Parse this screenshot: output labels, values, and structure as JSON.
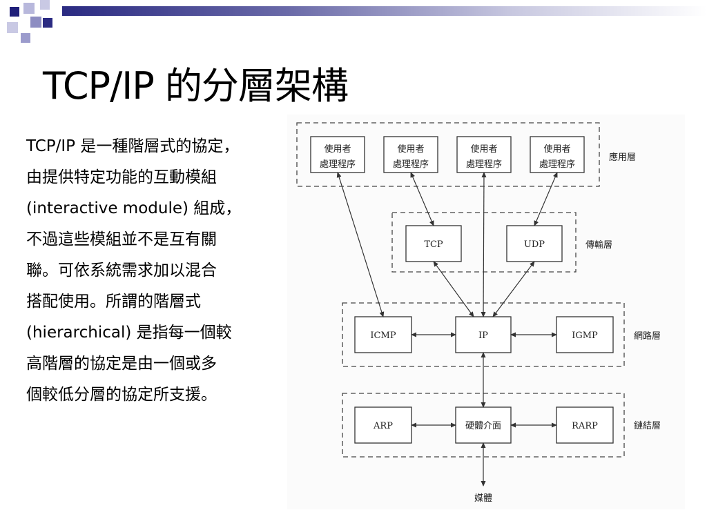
{
  "slide": {
    "title": "TCP/IP 的分層架構",
    "paragraph_lines": [
      "TCP/IP 是一種階層式的協定，",
      "由提供特定功能的互動模組",
      "(interactive module) 組成，",
      "不過這些模組並不是互有關",
      "聯。可依系統需求加以混合",
      "搭配使用。所謂的階層式",
      "(hierarchical) 是指每一個較",
      "高階層的協定是由一個或多",
      "個較低分層的協定所支援。"
    ],
    "accent_color": "#2b2b82"
  },
  "diagram": {
    "app_process_line1": "使用者",
    "app_process_line2": "處理程序",
    "layer_labels": {
      "application": "應用層",
      "transport": "傳輸層",
      "network": "網路層",
      "link": "鏈結層"
    },
    "nodes": {
      "tcp": "TCP",
      "udp": "UDP",
      "icmp": "ICMP",
      "ip": "IP",
      "igmp": "IGMP",
      "arp": "ARP",
      "hw": "硬體介面",
      "rarp": "RARP",
      "media": "媒體"
    }
  }
}
